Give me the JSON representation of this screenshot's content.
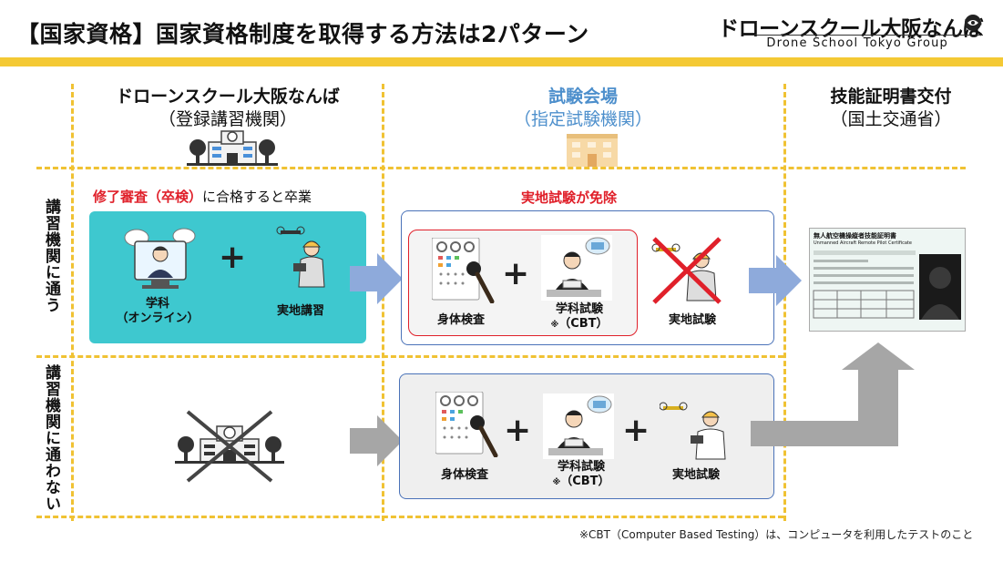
{
  "header": {
    "title": "【国家資格】国家資格制度を取得する方法は2パターン",
    "logo_main": "ドローンスクール大阪なんば",
    "logo_sub": "Drone School Tokyo Group"
  },
  "columns": [
    {
      "name": "ドローンスクール大阪なんば",
      "sub": "（登録講習機関）"
    },
    {
      "name": "試験会場",
      "sub": "（指定試験機関）"
    },
    {
      "name": "技能証明書交付",
      "sub": "（国土交通省）"
    }
  ],
  "rows": {
    "row1_label": "講習機関に通う",
    "row2_label": "講習機関に通わない"
  },
  "row1": {
    "graduation_prefix": "修了審査（卒検）",
    "graduation_suffix": "に合格すると卒業",
    "academic_label_1": "学科",
    "academic_label_2": "（オンライン）",
    "practical_label": "実地講習",
    "exemption_text": "実地試験が免除",
    "physical_label": "身体検査",
    "written_label": "学科試験",
    "cbt_mark": "※",
    "cbt_label": "（CBT）",
    "practical_exam_label": "実地試験"
  },
  "row2": {
    "physical_label": "身体検査",
    "written_label": "学科試験",
    "cbt_mark": "※",
    "cbt_label": "（CBT）",
    "practical_exam_label": "実地試験"
  },
  "certificate": {
    "title": "無人航空機操縦者技能証明書",
    "subtitle": "Unmanned Aircraft Remote Pilot Certificate"
  },
  "footnote": "※CBT（Computer Based Testing）は、コンピュータを利用したテストのこと",
  "colors": {
    "accent_yellow": "#f4c934",
    "teal": "#3ec8cf",
    "blue_arrow": "#8eaadb",
    "gray_arrow": "#a6a6a6",
    "red": "#e0202a",
    "blue_text": "#4d8fcc"
  },
  "icons": [
    "building-icon",
    "online-lecture-icon",
    "drone-pilot-icon",
    "eye-chart-icon",
    "cbt-exam-icon",
    "cross-mark-icon",
    "certificate-icon"
  ]
}
